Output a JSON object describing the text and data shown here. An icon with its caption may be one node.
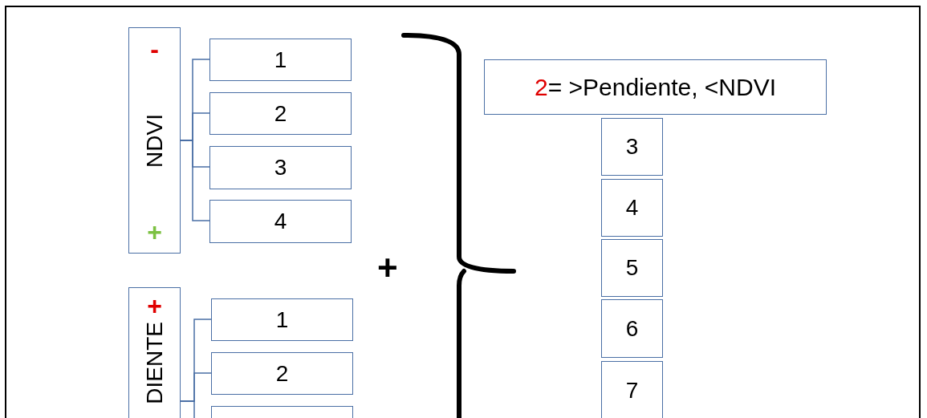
{
  "diagram": {
    "nodes": [
      {
        "text": [
          "-",
          "NDVI",
          "+"
        ]
      },
      {
        "text": [
          "1"
        ]
      },
      {
        "text": [
          "2"
        ]
      },
      {
        "text": [
          "3"
        ]
      },
      {
        "text": [
          "4"
        ]
      },
      {
        "text": [
          "DIENTE",
          "+"
        ]
      },
      {
        "text": [
          "1"
        ]
      },
      {
        "text": [
          "2"
        ]
      },
      {
        "text": [],
        "shape": "box"
      },
      {
        "text": [
          "2= >Pendiente, <NDVI"
        ]
      },
      {
        "text": [
          "3"
        ]
      },
      {
        "text": [
          "4"
        ]
      },
      {
        "text": [
          "5"
        ]
      },
      {
        "text": [
          "6"
        ]
      },
      {
        "text": [
          "7"
        ]
      }
    ],
    "edges": [
      {
        "from": 0,
        "to": 1,
        "arrow": "none"
      },
      {
        "from": 0,
        "to": 2,
        "arrow": "none"
      },
      {
        "from": 0,
        "to": 3,
        "arrow": "none"
      },
      {
        "from": 0,
        "to": 4,
        "arrow": "none"
      },
      {
        "from": 5,
        "to": 6,
        "arrow": "none"
      },
      {
        "from": 5,
        "to": 7,
        "arrow": "none"
      },
      {
        "from": 5,
        "to": 8,
        "arrow": "none"
      }
    ],
    "labels": [
      "+"
    ]
  }
}
